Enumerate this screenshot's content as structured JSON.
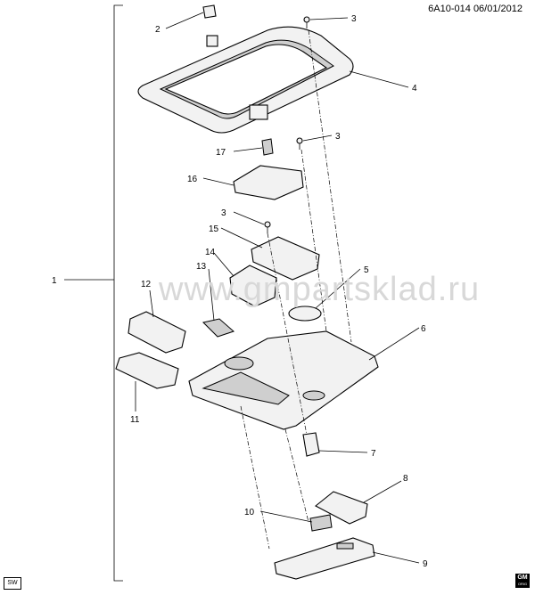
{
  "header": {
    "code": "6A10-014",
    "date": "06/01/2012"
  },
  "watermark": "www.gmpartsklad.ru",
  "badges": {
    "sw": "SW",
    "gm": "GM",
    "gm_sub": "ORIG"
  },
  "callouts": [
    "1",
    "2",
    "3",
    "3",
    "3",
    "4",
    "5",
    "6",
    "7",
    "8",
    "9",
    "10",
    "11",
    "12",
    "13",
    "14",
    "15",
    "16",
    "17"
  ]
}
